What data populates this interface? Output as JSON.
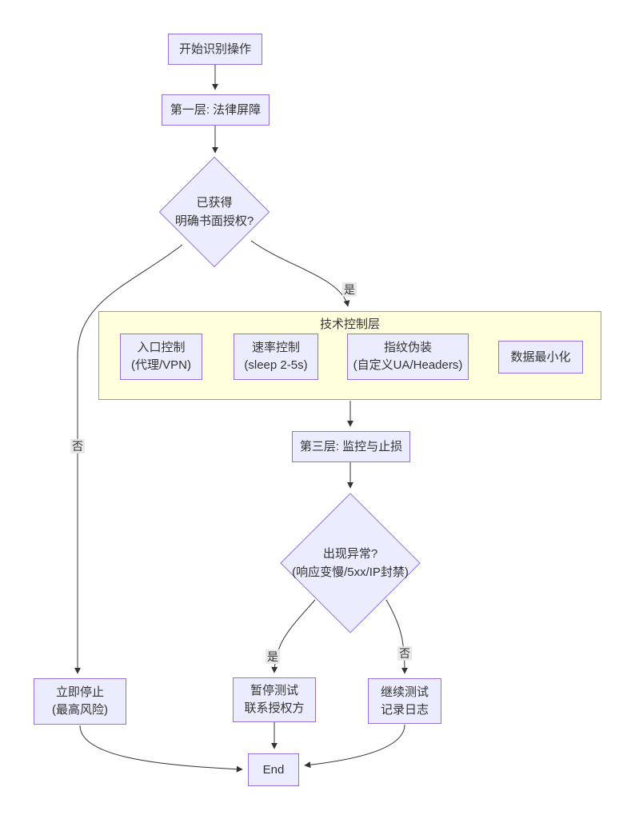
{
  "diagram": {
    "type": "flowchart",
    "direction": "top-down",
    "nodes": {
      "start": {
        "label": "开始识别操作"
      },
      "legal": {
        "label": "第一层: 法律屏障"
      },
      "auth_decision": {
        "line1": "已获得",
        "line2": "明确书面授权?"
      },
      "entry": {
        "line1": "入口控制",
        "line2": "(代理/VPN)"
      },
      "rate": {
        "line1": "速率控制",
        "line2": "(sleep 2-5s)"
      },
      "fingerprint": {
        "line1": "指纹伪装",
        "line2": "(自定义UA/Headers)"
      },
      "minimize": {
        "label": "数据最小化"
      },
      "monitor": {
        "label": "第三层: 监控与止损"
      },
      "anomaly_decision": {
        "line1": "出现异常?",
        "line2": "(响应变慢/5xx/IP封禁)"
      },
      "stop": {
        "line1": "立即停止",
        "line2": "(最高风险)"
      },
      "pause": {
        "line1": "暂停测试",
        "line2": "联系授权方"
      },
      "continue": {
        "line1": "继续测试",
        "line2": "记录日志"
      },
      "end": {
        "label": "End"
      }
    },
    "cluster": {
      "title": "技术控制层"
    },
    "edge_labels": {
      "yes1": "是",
      "no1": "否",
      "yes2": "是",
      "no2": "否"
    },
    "colors": {
      "node_fill": "#ECECFF",
      "node_border": "#9370DB",
      "cluster_fill": "#FFFFDE",
      "cluster_border": "#AAAA33",
      "edge": "#333333",
      "text": "#333333",
      "edge_label_bg": "#E8E8E8"
    }
  }
}
